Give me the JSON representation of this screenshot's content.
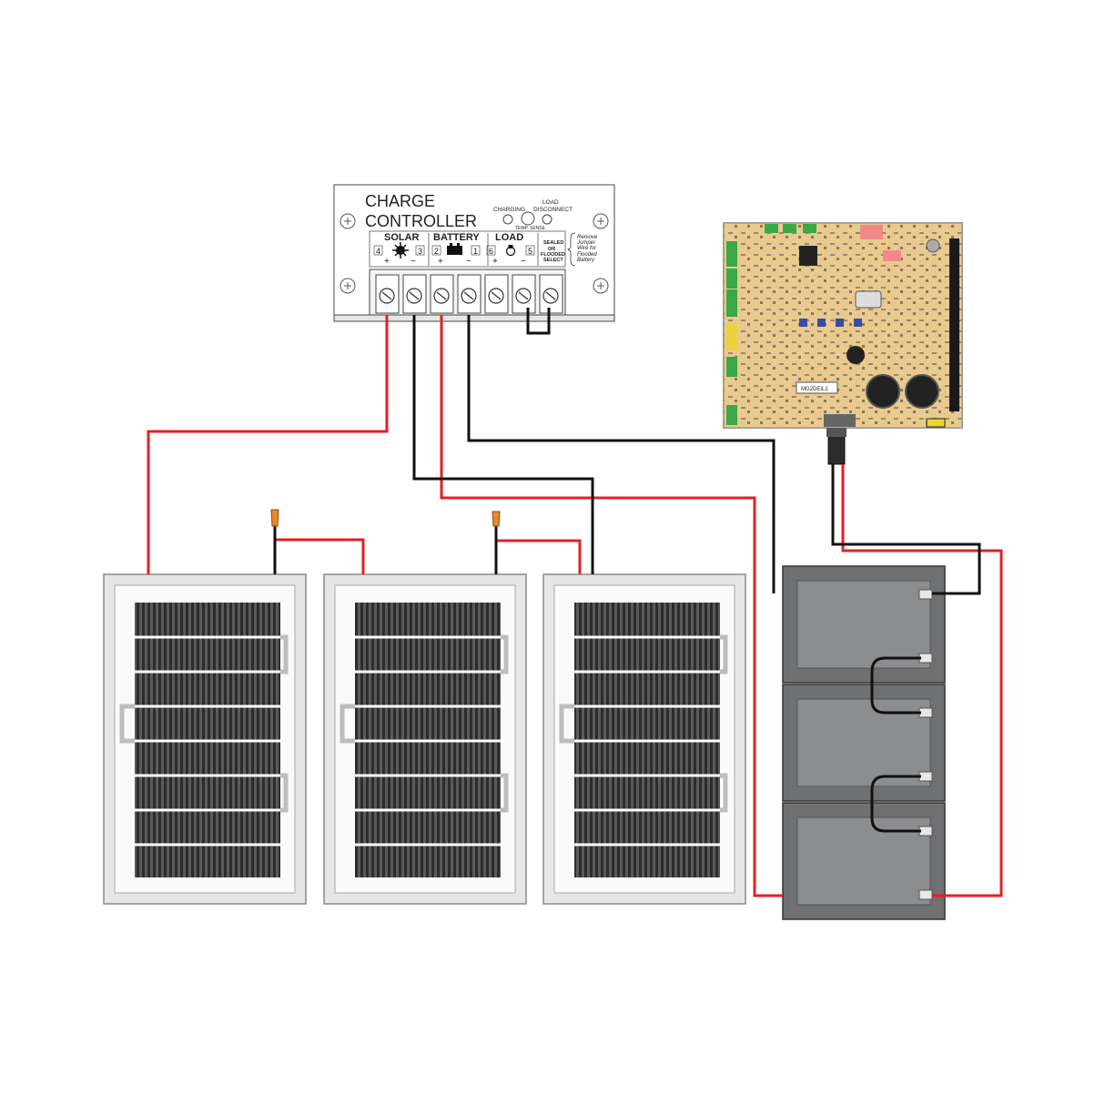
{
  "controller": {
    "title_line1": "CHARGE",
    "title_line2": "CONTROLLER",
    "led_charging": "CHARGING",
    "led_load_disconnect_1": "LOAD",
    "led_load_disconnect_2": "DISCONNECT",
    "temp_sense": "TEMP. SENSE",
    "group_solar": "SOLAR",
    "group_battery": "BATTERY",
    "group_load": "LOAD",
    "terminal_numbers": [
      "4",
      "3",
      "2",
      "1",
      "6",
      "5"
    ],
    "polarity_plus": "+",
    "polarity_minus": "−",
    "select_1": "SEALED",
    "select_2": "OR",
    "select_3": "FLOODED",
    "select_4": "SELECT",
    "note_1": "Remove",
    "note_2": "Jumper",
    "note_3": "Wire for",
    "note_4": "Flooded",
    "note_5": "Battery"
  },
  "board": {
    "label": "MG2DEIL1"
  },
  "colors": {
    "positive_wire": "#e02127",
    "negative_wire": "#111111",
    "board": "#e9c98e",
    "battery": "#7a7b7d",
    "panel_cells": "#3e3e3e"
  }
}
